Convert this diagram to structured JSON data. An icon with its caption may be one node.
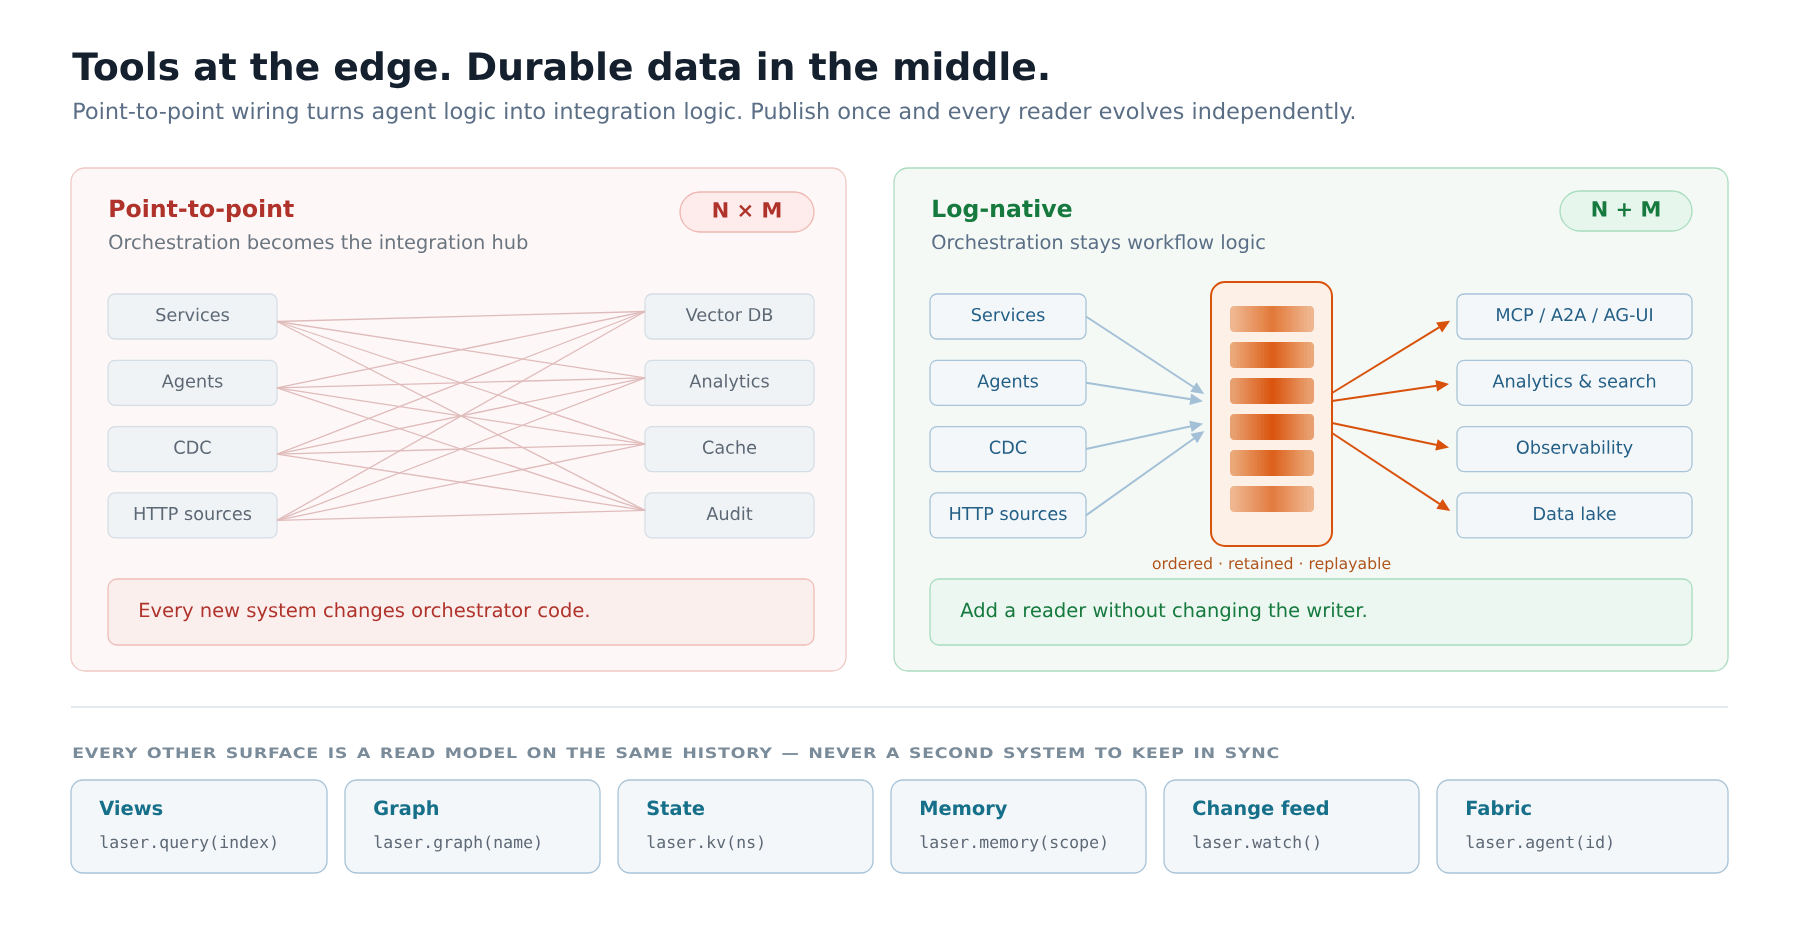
{
  "diagram": {
    "title": "Tools at the edge. Durable data in the middle.",
    "nodes": [
      {
        "text": [
          "Point-to-point",
          "Orchestration becomes the integration hub"
        ]
      },
      {
        "text": [
          "N × M"
        ],
        "in": 0
      },
      {
        "text": [
          "Services"
        ],
        "in": 0
      },
      {
        "text": [
          "Agents"
        ],
        "in": 0
      },
      {
        "text": [
          "CDC"
        ],
        "in": 0
      },
      {
        "text": [
          "HTTP sources"
        ],
        "in": 0
      },
      {
        "text": [
          "Vector DB"
        ],
        "in": 0
      },
      {
        "text": [
          "Analytics"
        ],
        "in": 0
      },
      {
        "text": [
          "Cache"
        ],
        "in": 0
      },
      {
        "text": [
          "Audit"
        ],
        "in": 0
      },
      {
        "text": [
          "Every new system changes orchestrator code."
        ],
        "in": 0
      },
      {
        "text": [
          "Log-native",
          "Orchestration stays workflow logic"
        ]
      },
      {
        "text": [
          "N + M"
        ],
        "in": 11
      },
      {
        "text": [
          "Services"
        ],
        "in": 11
      },
      {
        "text": [
          "Agents"
        ],
        "in": 11
      },
      {
        "text": [
          "CDC"
        ],
        "in": 11
      },
      {
        "text": [
          "HTTP sources"
        ],
        "in": 11
      },
      {
        "text": [],
        "shape": "box",
        "beside": [
          "ordered · retained · replayable"
        ],
        "in": 11
      },
      {
        "text": [
          "MCP / A2A / AG-UI"
        ],
        "in": 11
      },
      {
        "text": [
          "Analytics & search"
        ],
        "in": 11
      },
      {
        "text": [
          "Observability"
        ],
        "in": 11
      },
      {
        "text": [
          "Data lake"
        ],
        "in": 11
      },
      {
        "text": [
          "Add a reader without changing the writer."
        ],
        "in": 11
      },
      {
        "text": [
          "Views",
          "laser.query(index)"
        ]
      },
      {
        "text": [
          "Graph",
          "laser.graph(name)"
        ]
      },
      {
        "text": [
          "State",
          "laser.kv(ns)"
        ]
      },
      {
        "text": [
          "Memory",
          "laser.memory(scope)"
        ]
      },
      {
        "text": [
          "Change feed",
          "laser.watch()"
        ]
      },
      {
        "text": [
          "Fabric",
          "laser.agent(id)"
        ]
      }
    ],
    "edges": [
      {
        "from": 2,
        "to": 6,
        "arrow": "none"
      },
      {
        "from": 2,
        "to": 7,
        "arrow": "none"
      },
      {
        "from": 2,
        "to": 8,
        "arrow": "none"
      },
      {
        "from": 2,
        "to": 9,
        "arrow": "none"
      },
      {
        "from": 3,
        "to": 6,
        "arrow": "none"
      },
      {
        "from": 3,
        "to": 7,
        "arrow": "none"
      },
      {
        "from": 3,
        "to": 8,
        "arrow": "none"
      },
      {
        "from": 3,
        "to": 9,
        "arrow": "none"
      },
      {
        "from": 4,
        "to": 6,
        "arrow": "none"
      },
      {
        "from": 4,
        "to": 7,
        "arrow": "none"
      },
      {
        "from": 4,
        "to": 8,
        "arrow": "none"
      },
      {
        "from": 4,
        "to": 9,
        "arrow": "none"
      },
      {
        "from": 5,
        "to": 6,
        "arrow": "none"
      },
      {
        "from": 5,
        "to": 7,
        "arrow": "none"
      },
      {
        "from": 5,
        "to": 8,
        "arrow": "none"
      },
      {
        "from": 5,
        "to": 9,
        "arrow": "none"
      },
      {
        "from": 13,
        "to": 17,
        "arrow": "to",
        "color": "#a3c0d6"
      },
      {
        "from": 14,
        "to": 17,
        "arrow": "to",
        "color": "#a3c0d6"
      },
      {
        "from": 15,
        "to": 17,
        "arrow": "to",
        "color": "#a3c0d6"
      },
      {
        "from": 16,
        "to": 17,
        "arrow": "to",
        "color": "#a3c0d6"
      },
      {
        "from": 17,
        "to": 18,
        "arrow": "to",
        "color": "#d9520b"
      },
      {
        "from": 17,
        "to": 19,
        "arrow": "to",
        "color": "#d9520b"
      },
      {
        "from": 17,
        "to": 20,
        "arrow": "to",
        "color": "#d9520b"
      },
      {
        "from": 17,
        "to": 21,
        "arrow": "to",
        "color": "#d9520b"
      }
    ],
    "labels": [
      "Point-to-point wiring turns agent logic into integration logic. Publish once and every reader evolves independently.",
      "EVERY OTHER SURFACE IS A READ MODEL ON THE SAME HISTORY — NEVER A SECOND SYSTEM TO KEEP IN SYNC"
    ]
  }
}
